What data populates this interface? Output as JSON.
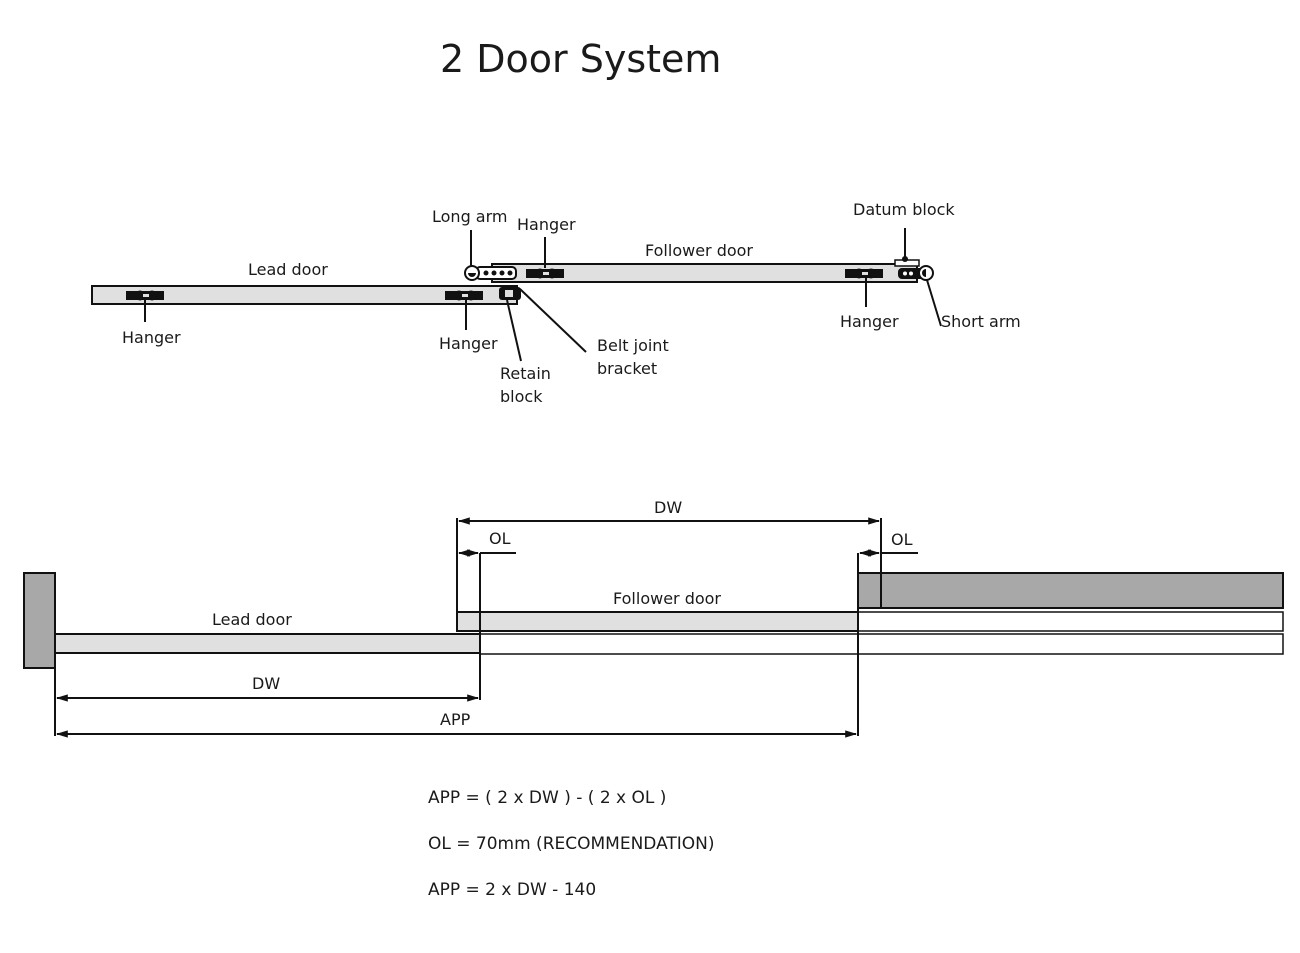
{
  "title": "2 Door System",
  "top_view": {
    "labels": {
      "long_arm": "Long arm",
      "hanger_top": "Hanger",
      "follower_door": "Follower door",
      "datum_block": "Datum block",
      "lead_door": "Lead door",
      "hanger_left": "Hanger",
      "hanger_mid": "Hanger",
      "retain_block_1": "Retain",
      "retain_block_2": "block",
      "belt_joint_1": "Belt joint",
      "belt_joint_2": "bracket",
      "hanger_right": "Hanger",
      "short_arm": "Short arm"
    }
  },
  "plan_view": {
    "labels": {
      "dw_top": "DW",
      "ol_left": "OL",
      "ol_right": "OL",
      "follower_door": "Follower door",
      "lead_door": "Lead door",
      "dw_bottom": "DW",
      "app": "APP"
    }
  },
  "equations": [
    "APP = ( 2 x DW ) - ( 2 x OL )",
    "OL = 70mm (RECOMMENDATION)",
    "APP = 2 x DW - 140"
  ],
  "colors": {
    "door_fill": "#e0e0e0",
    "wall_fill": "#a8a8a8",
    "line": "#111111"
  }
}
